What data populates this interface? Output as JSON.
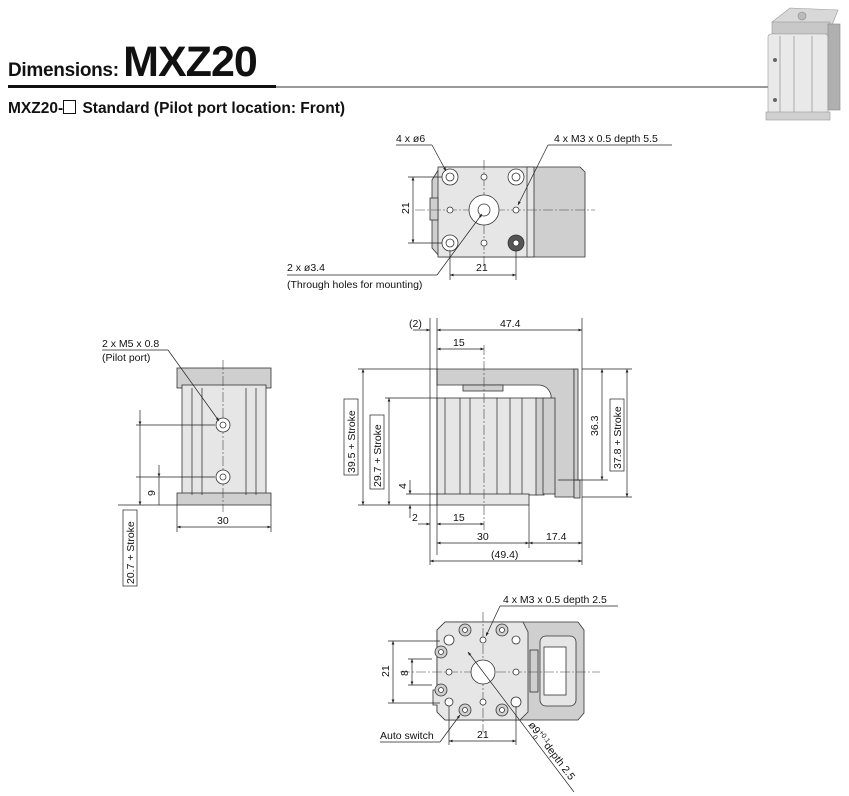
{
  "header": {
    "title_prefix": "Dimensions:",
    "model": "MXZ20",
    "subtitle_model": "MXZ20-",
    "subtitle_rest": "Standard (Pilot port location: Front)"
  },
  "top_view": {
    "callout_holes": "4 x ø6",
    "callout_tapped": "4 x M3 x 0.5 depth 5.5",
    "callout_through": "2 x ø3.4",
    "callout_through_note": "(Through holes for mounting)",
    "dim_vertical": "21",
    "dim_horizontal": "21"
  },
  "side_view": {
    "callout_port": "2 x M5 x 0.8",
    "callout_port_note": "(Pilot port)",
    "dim_9": "9",
    "dim_width": "30",
    "dim_stroke": "20.7 + Stroke"
  },
  "front_view": {
    "dim_2_paren": "(2)",
    "dim_47_4": "47.4",
    "dim_15_top": "15",
    "dim_39_5": "39.5 + Stroke",
    "dim_29_7": "29.7 + Stroke",
    "dim_4": "4",
    "dim_2": "2",
    "dim_15_bottom": "15",
    "dim_30": "30",
    "dim_17_4": "17.4",
    "dim_49_4": "(49.4)",
    "dim_36_3": "36.3",
    "dim_37_8": "37.8 + Stroke"
  },
  "bottom_view": {
    "callout_tapped": "4 x M3 x 0.5 depth 2.5",
    "dim_21_v": "21",
    "dim_8": "8",
    "dim_21_h": "21",
    "auto_switch": "Auto switch",
    "bore": "ø9",
    "bore_tol_upper": "+0.1",
    "bore_tol_lower": "0",
    "bore_depth": "depth 2.5"
  }
}
